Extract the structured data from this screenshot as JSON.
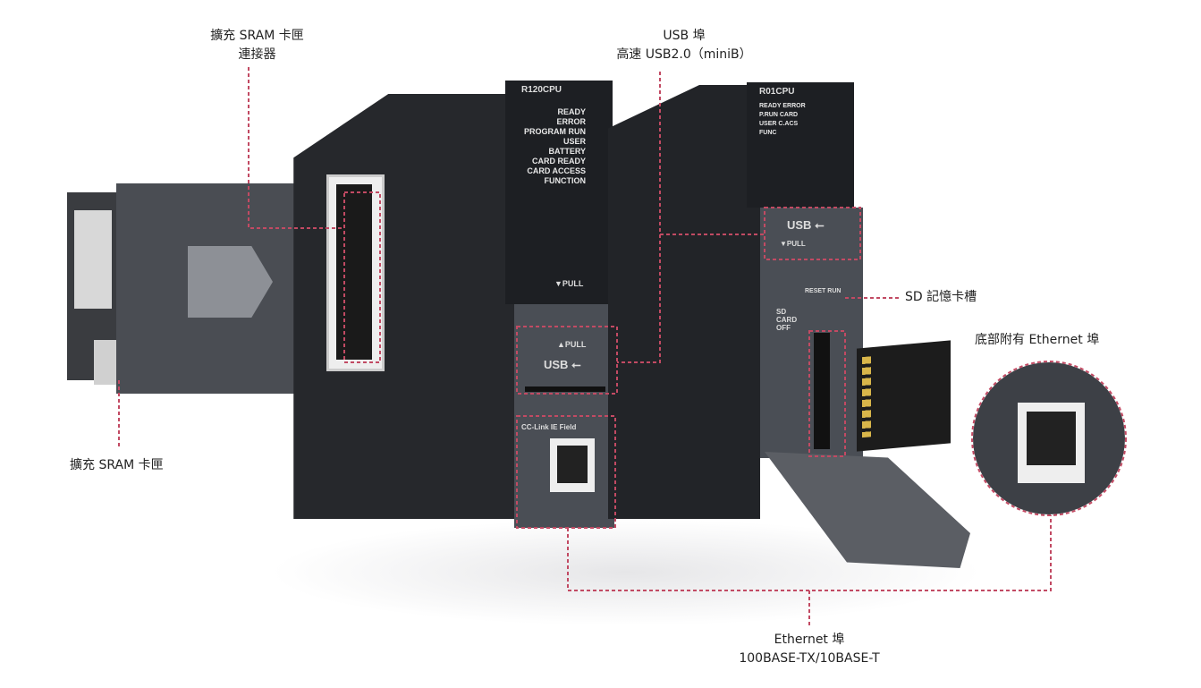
{
  "callouts": {
    "sram_connector": {
      "line1": "擴充 SRAM 卡匣",
      "line2": "連接器"
    },
    "usb_port": {
      "line1": "USB 埠",
      "line2": "高速 USB2.0（miniB）"
    },
    "sd_slot": "SD 記憶卡槽",
    "bottom_ethernet": "底部附有 Ethernet 埠",
    "sram_cartridge": "擴充 SRAM 卡匣",
    "ethernet_port": {
      "line1": "Ethernet 埠",
      "line2": "100BASE-TX/10BASE-T"
    }
  },
  "module_left": {
    "model": "R120CPU",
    "leds": [
      "READY",
      "ERROR",
      "PROGRAM RUN",
      "USER",
      "BATTERY",
      "CARD READY",
      "CARD ACCESS",
      "FUNCTION"
    ],
    "pull_down": "▼PULL",
    "pull_up": "▲PULL",
    "usb": "USB",
    "network": "CC-Link IE Field"
  },
  "module_right": {
    "model": "R01CPU",
    "leds": [
      "READY",
      "ERROR",
      "P.RUN",
      "CARD",
      "USER",
      "C.ACS",
      "FUNC"
    ],
    "usb": "USB",
    "pull": "▼PULL",
    "reset_run": "RESET  RUN",
    "sd_card_off": "SD CARD OFF"
  },
  "colors": {
    "callout_line": "#c24a63",
    "module": "#2a2c31"
  }
}
